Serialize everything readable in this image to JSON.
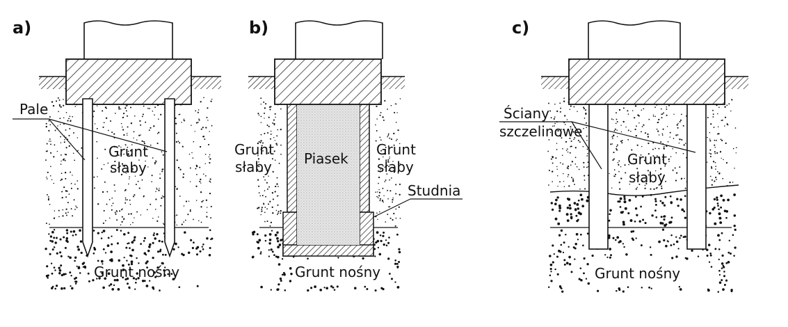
{
  "panels": {
    "a": {
      "letter": "a)",
      "piles_label": "Pale",
      "weak_soil_line1": "Grunt",
      "weak_soil_line2": "słaby",
      "bearing_soil": "Grunt nośny"
    },
    "b": {
      "letter": "b)",
      "weak_soil_left_line1": "Grunt",
      "weak_soil_left_line2": "słaby",
      "sand": "Piasek",
      "weak_soil_right_line1": "Grunt",
      "weak_soil_right_line2": "słaby",
      "well": "Studnia",
      "bearing_soil": "Grunt nośny"
    },
    "c": {
      "letter": "c)",
      "walls_line1": "Ściany",
      "walls_line2": "szczelinowe",
      "weak_soil_line1": "Grunt",
      "weak_soil_line2": "słaby",
      "bearing_soil": "Grunt nośny"
    }
  },
  "colors": {
    "ink": "#111111",
    "sand_fill": "#e2e2e2",
    "background": "#ffffff"
  }
}
